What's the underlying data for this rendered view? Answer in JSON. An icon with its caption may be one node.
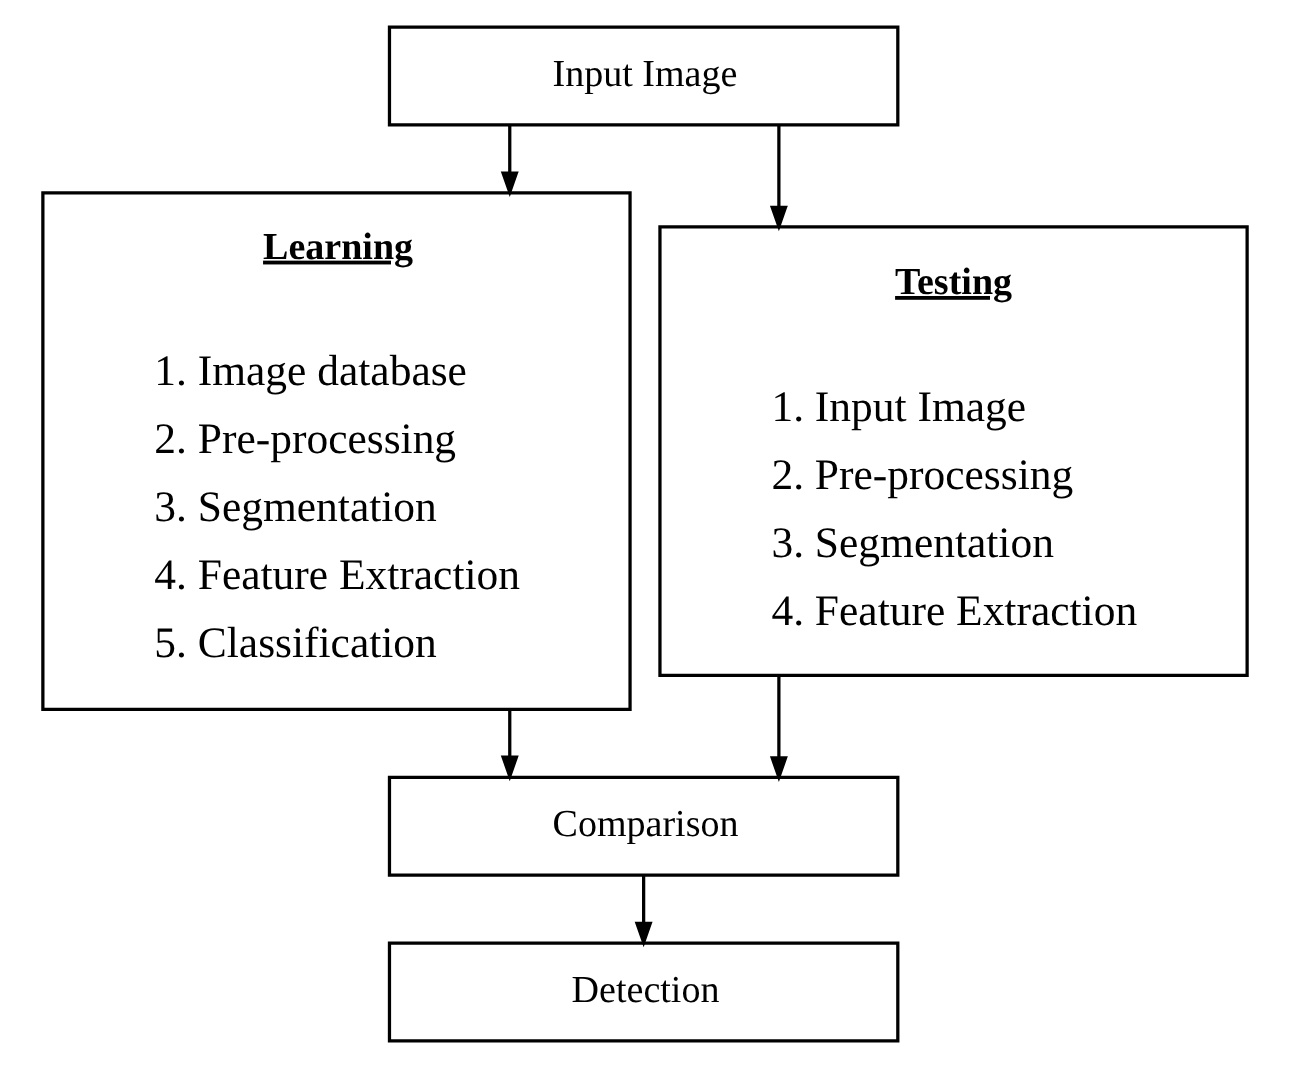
{
  "diagram": {
    "nodes": [
      {
        "text": [
          "Input Image"
        ]
      },
      {
        "text": [
          "Learning",
          "1. Image database",
          "2. Pre-processing",
          "3. Segmentation",
          "4. Feature Extraction",
          "5. Classification"
        ]
      },
      {
        "text": [
          "Testing",
          "1. Input Image",
          "2. Pre-processing",
          "3. Segmentation",
          "4. Feature Extraction"
        ]
      },
      {
        "text": [
          "Comparison"
        ]
      },
      {
        "text": [
          "Detection"
        ]
      }
    ],
    "edges": [
      {
        "from": 0,
        "to": 1,
        "arrow": "to"
      },
      {
        "from": 0,
        "to": 2,
        "arrow": "to"
      },
      {
        "from": 1,
        "to": 3,
        "arrow": "to"
      },
      {
        "from": 2,
        "to": 3,
        "arrow": "to"
      },
      {
        "from": 3,
        "to": 4,
        "arrow": "to"
      }
    ]
  }
}
